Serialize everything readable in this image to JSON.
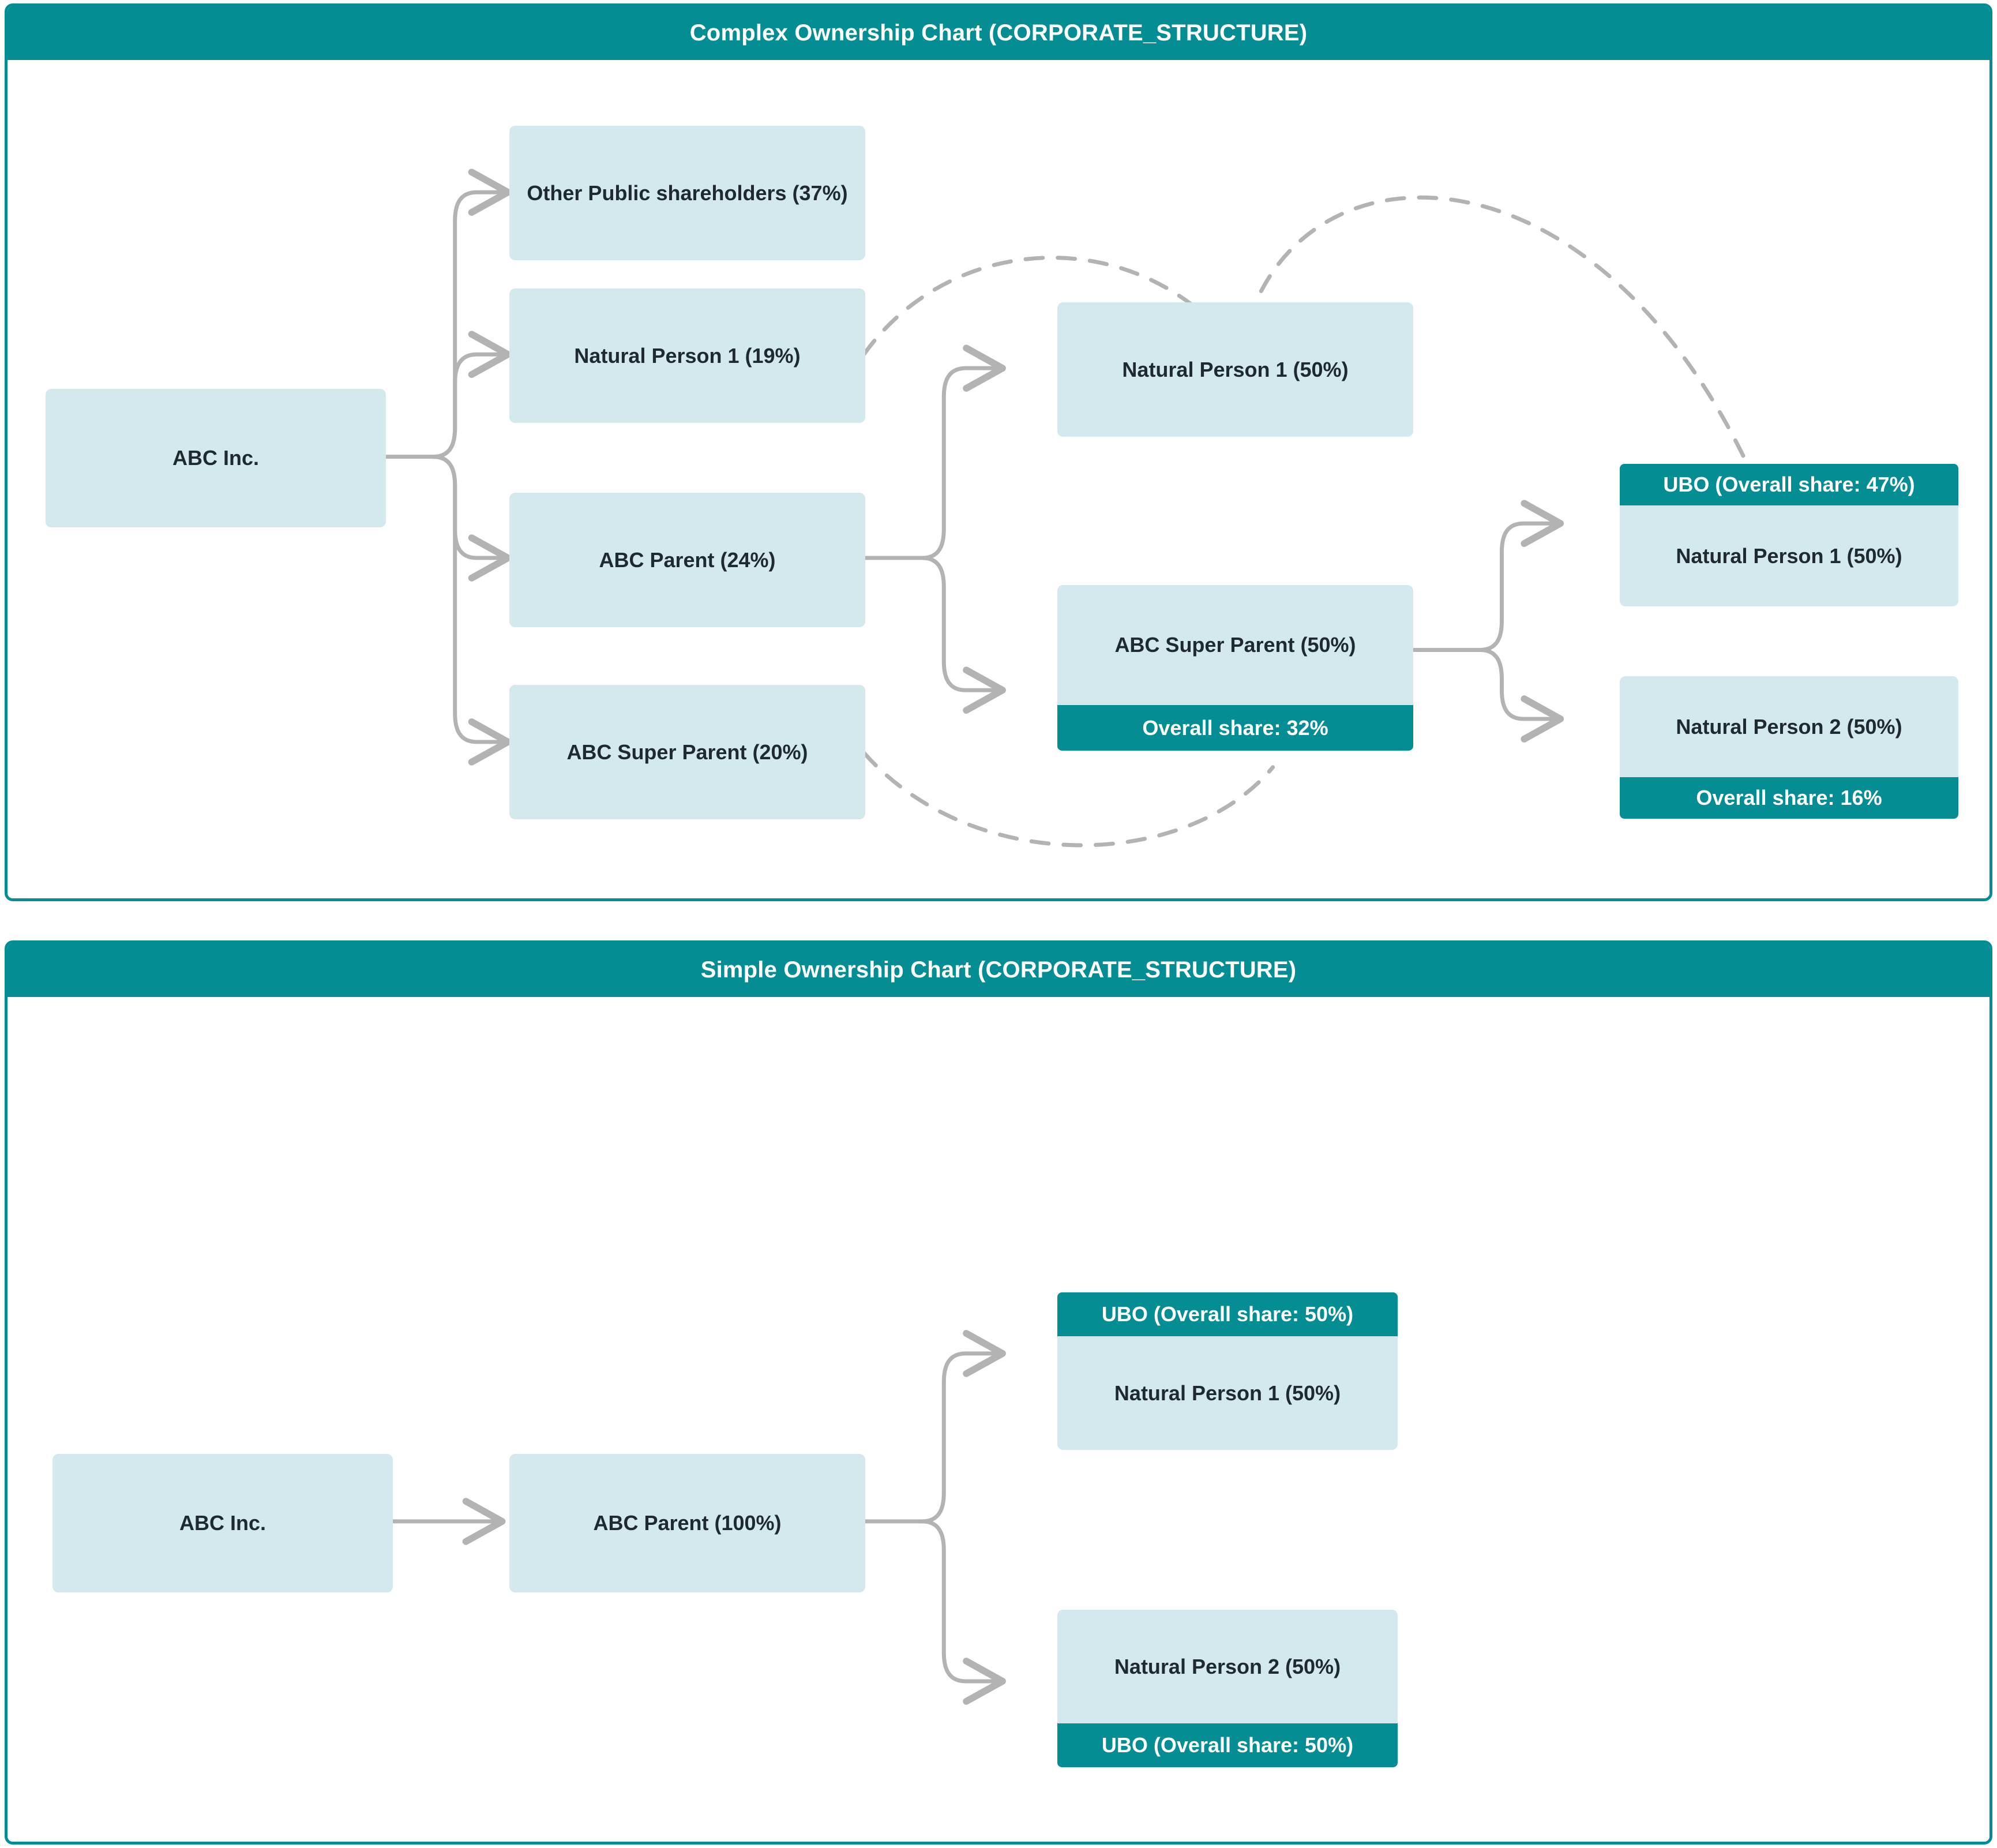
{
  "colors": {
    "accent": "#048E93",
    "node_fill": "#D4E9EE",
    "node_text": "#1F2A2E",
    "edge": "#B3B3B3",
    "page_bg": "#FFFFFF"
  },
  "charts": [
    {
      "id": "complex",
      "title": "Complex Ownership Chart (CORPORATE_STRUCTURE)",
      "nodes": {
        "root": "ABC Inc.",
        "other_public": "Other Public shareholders (37%)",
        "np1_l1": "Natural Person 1 (19%)",
        "abc_parent": "ABC Parent (24%)",
        "abc_super_parent_l1": "ABC Super Parent (20%)",
        "np1_l2": "Natural Person 1 (50%)",
        "abc_super_parent_l2": "ABC Super Parent (50%)",
        "overall_32": "Overall share: 32%",
        "ubo_47": "UBO (Overall share: 47%)",
        "np1_l3": "Natural Person 1 (50%)",
        "np2_l3": "Natural Person 2 (50%)",
        "overall_16": "Overall share: 16%"
      }
    },
    {
      "id": "simple",
      "title": "Simple Ownership Chart (CORPORATE_STRUCTURE)",
      "nodes": {
        "root": "ABC Inc.",
        "abc_parent": "ABC Parent (100%)",
        "ubo_50_top": "UBO (Overall share: 50%)",
        "np1": "Natural Person 1 (50%)",
        "np2": "Natural Person 2 (50%)",
        "ubo_50_bottom": "UBO (Overall share: 50%)"
      }
    }
  ],
  "chart_data": {
    "type": "diagram",
    "title": "Corporate ownership structure charts",
    "diagrams": [
      {
        "name": "Complex Ownership Chart (CORPORATE_STRUCTURE)",
        "type": "CORPORATE_STRUCTURE",
        "entities": [
          {
            "id": "root",
            "label": "ABC Inc.",
            "level": 0,
            "share": null,
            "kind": "company"
          },
          {
            "id": "other_public",
            "label": "Other Public shareholders",
            "level": 1,
            "share": 37,
            "kind": "shareholder-group"
          },
          {
            "id": "np1_l1",
            "label": "Natural Person 1",
            "level": 1,
            "share": 19,
            "kind": "person"
          },
          {
            "id": "abc_parent",
            "label": "ABC Parent",
            "level": 1,
            "share": 24,
            "kind": "company"
          },
          {
            "id": "abc_super_parent_l1",
            "label": "ABC Super Parent",
            "level": 1,
            "share": 20,
            "kind": "company"
          },
          {
            "id": "np1_l2",
            "label": "Natural Person 1",
            "level": 2,
            "share": 50,
            "kind": "person"
          },
          {
            "id": "abc_super_parent_l2",
            "label": "ABC Super Parent",
            "level": 2,
            "share": 50,
            "kind": "company",
            "overall_share": 32
          },
          {
            "id": "np1_l3",
            "label": "Natural Person 1",
            "level": 3,
            "share": 50,
            "kind": "person",
            "ubo": true,
            "overall_share": 47
          },
          {
            "id": "np2_l3",
            "label": "Natural Person 2",
            "level": 3,
            "share": 50,
            "kind": "person",
            "overall_share": 16
          }
        ],
        "edges": [
          {
            "from": "root",
            "to": "other_public",
            "style": "solid"
          },
          {
            "from": "root",
            "to": "np1_l1",
            "style": "solid"
          },
          {
            "from": "root",
            "to": "abc_parent",
            "style": "solid"
          },
          {
            "from": "root",
            "to": "abc_super_parent_l1",
            "style": "solid"
          },
          {
            "from": "abc_parent",
            "to": "np1_l2",
            "style": "solid"
          },
          {
            "from": "abc_parent",
            "to": "abc_super_parent_l2",
            "style": "solid"
          },
          {
            "from": "abc_super_parent_l2",
            "to": "np1_l3",
            "style": "solid"
          },
          {
            "from": "abc_super_parent_l2",
            "to": "np2_l3",
            "style": "solid"
          },
          {
            "from": "np1_l1",
            "to": "np1_l2",
            "style": "dashed",
            "note": "same person link"
          },
          {
            "from": "np1_l2",
            "to": "np1_l3",
            "style": "dashed",
            "note": "same person link"
          },
          {
            "from": "abc_super_parent_l1",
            "to": "abc_super_parent_l2",
            "style": "dashed",
            "note": "same entity link"
          }
        ],
        "badges": [
          {
            "attached_to": "abc_super_parent_l2",
            "position": "bottom",
            "text": "Overall share: 32%",
            "value": 32
          },
          {
            "attached_to": "np1_l3",
            "position": "top",
            "text": "UBO (Overall share: 47%)",
            "value": 47
          },
          {
            "attached_to": "np2_l3",
            "position": "bottom",
            "text": "Overall share: 16%",
            "value": 16
          }
        ]
      },
      {
        "name": "Simple Ownership Chart (CORPORATE_STRUCTURE)",
        "type": "CORPORATE_STRUCTURE",
        "entities": [
          {
            "id": "root",
            "label": "ABC Inc.",
            "level": 0,
            "share": null,
            "kind": "company"
          },
          {
            "id": "abc_parent",
            "label": "ABC Parent",
            "level": 1,
            "share": 100,
            "kind": "company"
          },
          {
            "id": "np1",
            "label": "Natural Person 1",
            "level": 2,
            "share": 50,
            "kind": "person",
            "ubo": true,
            "overall_share": 50
          },
          {
            "id": "np2",
            "label": "Natural Person 2",
            "level": 2,
            "share": 50,
            "kind": "person",
            "ubo": true,
            "overall_share": 50
          }
        ],
        "edges": [
          {
            "from": "root",
            "to": "abc_parent",
            "style": "solid"
          },
          {
            "from": "abc_parent",
            "to": "np1",
            "style": "solid"
          },
          {
            "from": "abc_parent",
            "to": "np2",
            "style": "solid"
          }
        ],
        "badges": [
          {
            "attached_to": "np1",
            "position": "top",
            "text": "UBO (Overall share: 50%)",
            "value": 50
          },
          {
            "attached_to": "np2",
            "position": "bottom",
            "text": "UBO (Overall share: 50%)",
            "value": 50
          }
        ]
      }
    ]
  }
}
